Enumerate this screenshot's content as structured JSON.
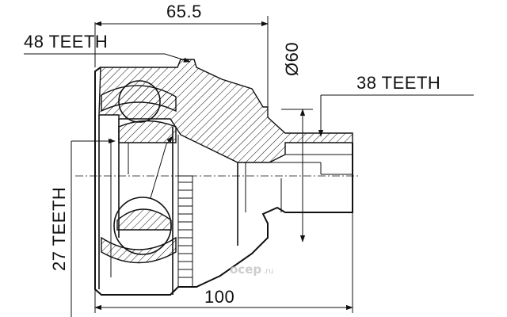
{
  "part": {
    "dimensions": {
      "overall_length": "100",
      "outer_section_length": "65.5",
      "outer_diameter": "Ø60"
    },
    "callouts": {
      "outer_teeth": "48 TEETH",
      "shaft_teeth": "38 TEETH",
      "inner_teeth": "27 TEETH"
    },
    "watermark": {
      "brand": "ocep",
      "domain": ".ru"
    }
  }
}
